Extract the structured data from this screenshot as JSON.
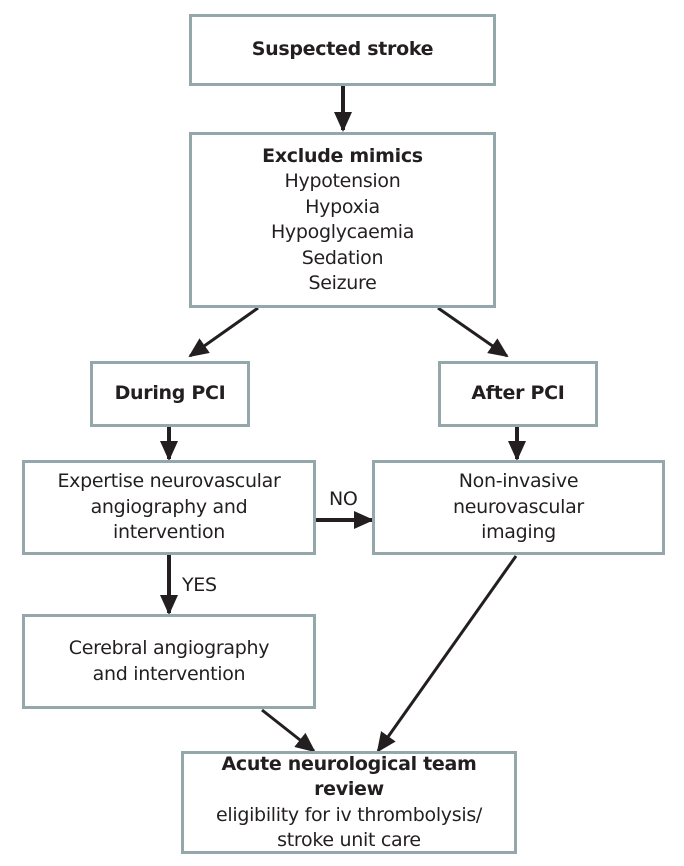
{
  "nodes": {
    "suspected_stroke": {
      "title": "Suspected stroke"
    },
    "exclude_mimics": {
      "title": "Exclude mimics",
      "items": [
        "Hypotension",
        "Hypoxia",
        "Hypoglycaemia",
        "Sedation",
        "Seizure"
      ]
    },
    "during_pci": {
      "title": "During PCI"
    },
    "after_pci": {
      "title": "After PCI"
    },
    "expertise": {
      "lines": [
        "Expertise neurovascular",
        "angiography and",
        "intervention"
      ]
    },
    "non_invasive": {
      "lines": [
        "Non-invasive",
        "neurovascular",
        "imaging"
      ]
    },
    "cerebral": {
      "lines": [
        "Cerebral angiography",
        "and intervention"
      ]
    },
    "acute_review": {
      "title": "Acute neurological team review",
      "lines": [
        "eligibility for iv thrombolysis/",
        "stroke unit care"
      ]
    }
  },
  "edge_labels": {
    "no": "NO",
    "yes": "YES"
  },
  "colors": {
    "box_border": "#94a7aa",
    "arrow": "#231f20",
    "text": "#231f20"
  }
}
